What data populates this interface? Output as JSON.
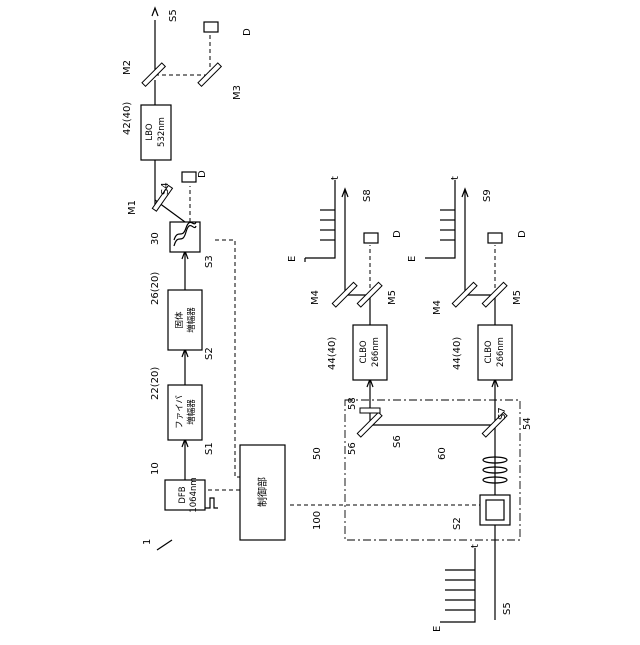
{
  "labels": {
    "system": "1",
    "dfb_ref": "10",
    "dfb_line1": "DFB",
    "dfb_line2": "1064nm",
    "fiber_ref": "22(20)",
    "fiber_line1": "ファイバ",
    "fiber_line2": "増幅器",
    "solid_ref": "26(20)",
    "solid_line1": "固体",
    "solid_line2": "増幅器",
    "mod_ref": "30",
    "lbo_ref": "42(40)",
    "lbo_line1": "LBO",
    "lbo_line2": "532nm",
    "clbo1_ref": "44(40)",
    "clbo1_line1": "CLBO",
    "clbo1_line2": "266nm",
    "clbo2_ref": "44(40)",
    "clbo2_line1": "CLBO",
    "clbo2_line2": "266nm",
    "control_text": "制御部",
    "control_ref": "100",
    "unit_ref": "50",
    "sub_ref": "60",
    "s1": "S1",
    "s2": "S2",
    "s3": "S3",
    "s4": "S4",
    "s5_top": "S5",
    "s6": "S6",
    "s7": "S7",
    "s8": "S8",
    "s9": "S9",
    "s2b": "S2",
    "s5_bottom": "S5",
    "m1": "M1",
    "m2": "M2",
    "m3": "M3",
    "m4a": "M4",
    "m5a": "M5",
    "m4b": "M4",
    "m5b": "M5",
    "d1": "D",
    "d2": "D",
    "d3": "D",
    "d4": "D",
    "r54": "54",
    "r56": "56",
    "r58": "58",
    "e_a": "E",
    "t_a": "t",
    "e_b": "E",
    "t_b": "t",
    "e_c": "E",
    "t_c": "t"
  }
}
